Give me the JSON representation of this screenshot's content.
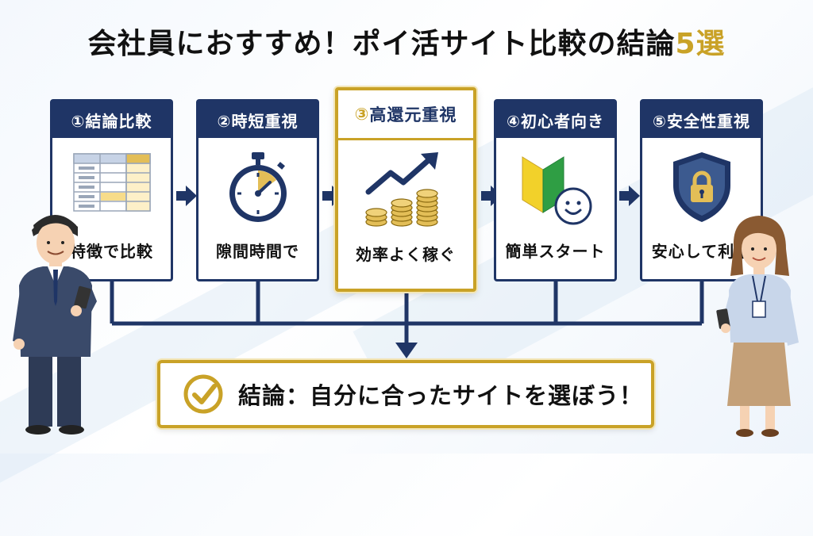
{
  "title": {
    "main": "会社員におすすめ！ポイ活サイト比較の結論",
    "highlight": "5選"
  },
  "steps": [
    {
      "label": "①結論比較",
      "caption": "特徴で比較",
      "icon": "table-icon"
    },
    {
      "label": "②時短重視",
      "caption": "隙間時間で",
      "icon": "stopwatch-icon"
    },
    {
      "num": "③",
      "label": "高還元重視",
      "caption": "効率よく稼ぐ",
      "icon": "coins-growth-icon"
    },
    {
      "label": "④初心者向き",
      "caption": "簡単スタート",
      "icon": "beginner-mark-icon"
    },
    {
      "label": "⑤安全性重視",
      "caption": "安心して利用",
      "icon": "shield-lock-icon"
    }
  ],
  "conclusion": {
    "text": "結論：自分に合ったサイトを選ぼう！",
    "icon": "check-circle-icon"
  },
  "colors": {
    "navy": "#1f3566",
    "gold": "#c9a227"
  }
}
